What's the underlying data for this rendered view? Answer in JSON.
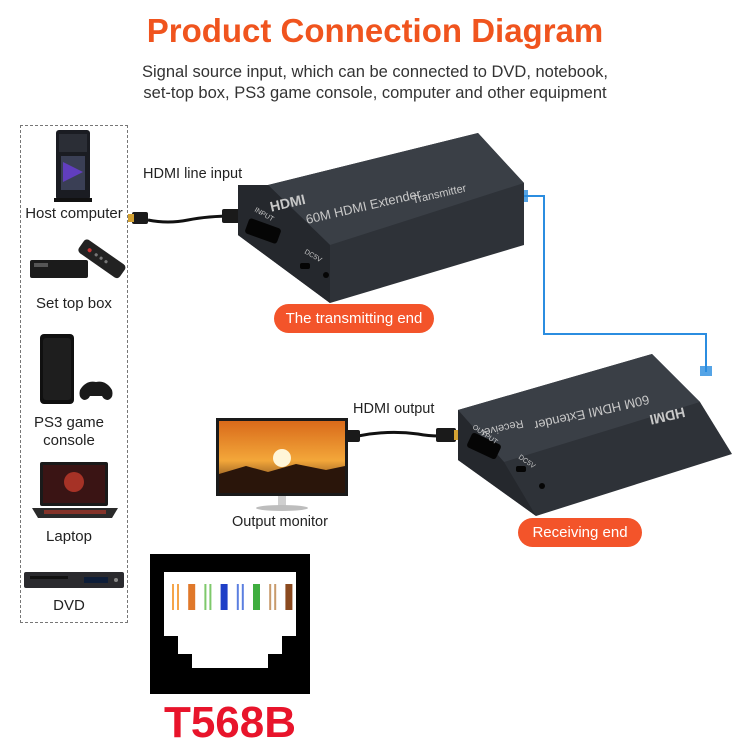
{
  "title": "Product Connection Diagram",
  "subtitle_lines": [
    "Signal source input, which can be connected to DVD, notebook,",
    "set-top box, PS3 game console, computer and other equipment"
  ],
  "sources": [
    {
      "label": "Host computer",
      "icon": "tower-pc-icon"
    },
    {
      "label": "Set top box",
      "icon": "set-top-box-icon"
    },
    {
      "label": "PS3 game console",
      "icon": "ps3-console-icon"
    },
    {
      "label": "Laptop",
      "icon": "laptop-icon"
    },
    {
      "label": "DVD",
      "icon": "dvd-player-icon"
    }
  ],
  "labels": {
    "hdmi_input": "HDMI line input",
    "hdmi_output": "HDMI output",
    "output_monitor": "Output monitor",
    "transmitting_end": "The transmitting end",
    "receiving_end": "Receiving end"
  },
  "transmitter": {
    "logo": "HDMI",
    "model": "60M HDMI Extender",
    "role": "Transmitter",
    "port_in": "INPUT",
    "port_dc": "DC5V"
  },
  "receiver": {
    "logo": "HDMI",
    "model": "60M HDMI Extender",
    "role": "Receiver",
    "port_out": "OUTPUT",
    "port_dc": "DC5V"
  },
  "rj45": {
    "standard": "T568B",
    "wire_colors": [
      "#f5a54a",
      "#e0782a",
      "#7ec96b",
      "#1f3fc7",
      "#5b7fe0",
      "#3fae3f",
      "#c89a6b",
      "#8b4a1f"
    ]
  },
  "colors": {
    "title": "#f0541e",
    "pill": "#f3542a",
    "cable_blue": "#2b8de0",
    "device_body": "#2e3238",
    "t568": "#e8142b"
  }
}
